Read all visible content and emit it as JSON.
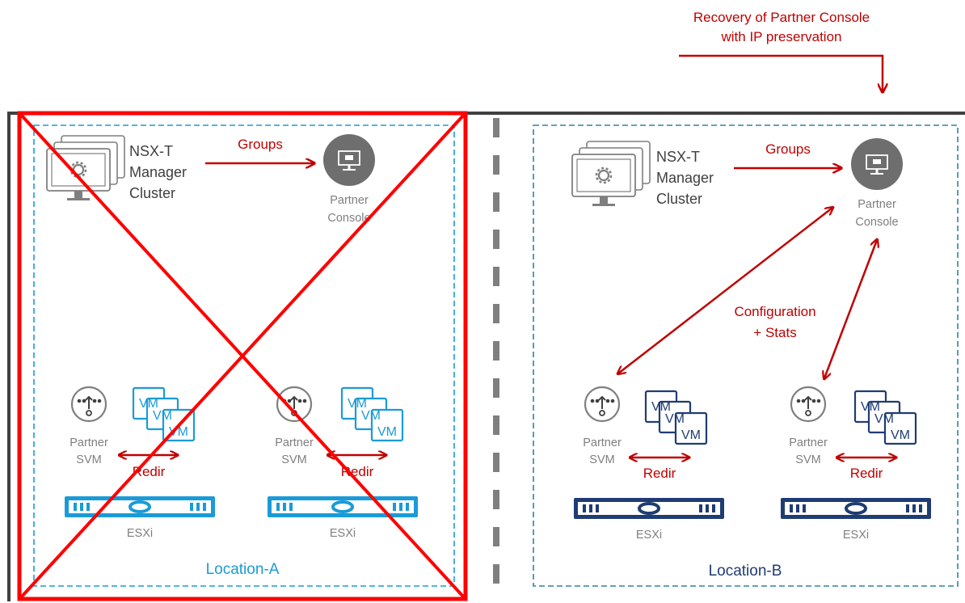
{
  "title": {
    "line1": "Recovery of Partner Console",
    "line2": "with IP preservation"
  },
  "location_a": {
    "label": "Location-A",
    "manager": {
      "line1": "NSX-T",
      "line2": "Manager",
      "line3": "Cluster"
    },
    "groups_label": "Groups",
    "console": {
      "line1": "Partner",
      "line2": "Console"
    },
    "hosts": [
      {
        "svm_line1": "Partner",
        "svm_line2": "SVM",
        "redir": "Redir",
        "esxi": "ESXi",
        "vm_labels": [
          "VM",
          "VM",
          "VM"
        ]
      },
      {
        "svm_line1": "Partner",
        "svm_line2": "SVM",
        "redir": "Redir",
        "esxi": "ESXi",
        "vm_labels": [
          "VM",
          "VM",
          "VM"
        ]
      }
    ]
  },
  "location_b": {
    "label": "Location-B",
    "manager": {
      "line1": "NSX-T",
      "line2": "Manager",
      "line3": "Cluster"
    },
    "groups_label": "Groups",
    "console": {
      "line1": "Partner",
      "line2": "Console"
    },
    "config": {
      "line1": "Configuration",
      "line2": "+ Stats"
    },
    "hosts": [
      {
        "svm_line1": "Partner",
        "svm_line2": "SVM",
        "redir": "Redir",
        "esxi": "ESXi",
        "vm_labels": [
          "VM",
          "VM",
          "VM"
        ]
      },
      {
        "svm_line1": "Partner",
        "svm_line2": "SVM",
        "redir": "Redir",
        "esxi": "ESXi",
        "vm_labels": [
          "VM",
          "VM",
          "VM"
        ]
      }
    ]
  },
  "colors": {
    "accent_red": "#c00000",
    "failure_red": "#ff0000",
    "location_a_blue": "#1a9bd7",
    "location_b_blue": "#1f3c73",
    "location_b_border": "#31849b",
    "dark_text": "#404040",
    "grey_text": "#7f7f7f",
    "console_fill": "#6e6e6e"
  },
  "icons": [
    "monitor-gear-icon",
    "partner-console-icon",
    "partner-svm-icon",
    "vm-stack-icon",
    "esxi-server-icon",
    "failure-cross-icon"
  ]
}
